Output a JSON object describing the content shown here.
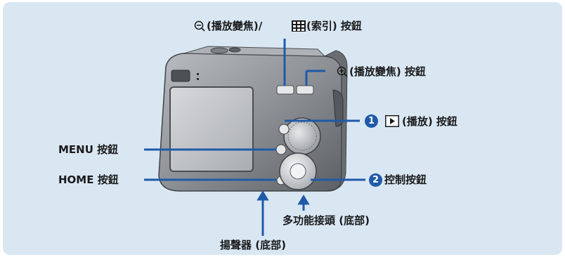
{
  "labels": {
    "zoom_out_index": "(播放變焦)/",
    "index_suffix": "(索引) 按鈕",
    "zoom_in": "(播放變焦) 按鈕",
    "playback": "(播放) 按鈕",
    "menu": "MENU 按鈕",
    "home": "HOME 按鈕",
    "control": "控制按鈕",
    "multi_connector": "多功能接頭 (底部)",
    "speaker": "揚聲器 (底部)"
  },
  "badges": {
    "one": "1",
    "two": "2"
  },
  "colors": {
    "panel": "#d9e7f3",
    "leader": "#1f5aa8",
    "badge": "#1f5aa8"
  },
  "icons": [
    "zoom-out-icon",
    "index-icon",
    "zoom-in-icon",
    "play-icon"
  ]
}
